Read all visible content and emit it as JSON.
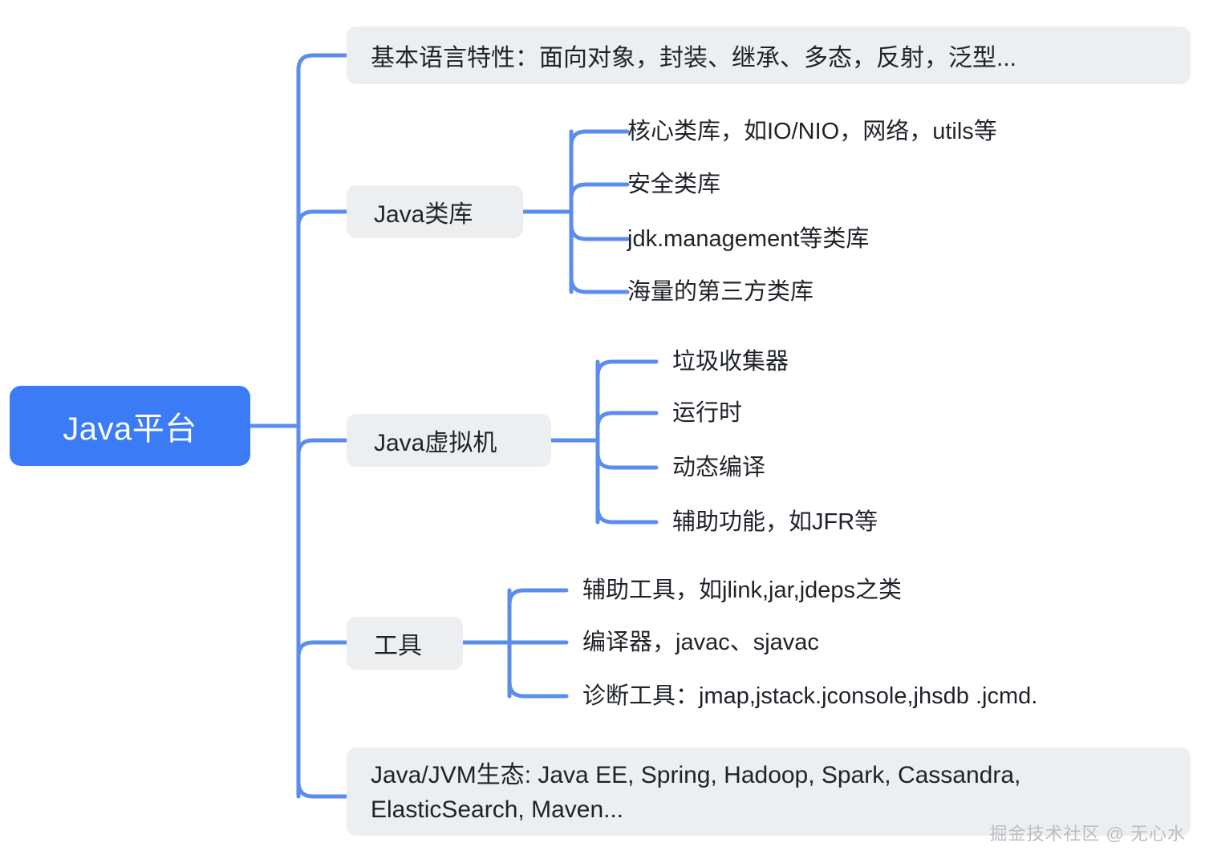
{
  "diagram": {
    "title": "Java平台",
    "type": "mindmap",
    "colors": {
      "root_fill": "#3b7cf6",
      "root_text": "#ffffff",
      "node_fill": "#eceef0",
      "node_text": "#1f2329",
      "link": "#5b8def",
      "background": "#ffffff",
      "watermark_text": "#b9bec4"
    },
    "root": {
      "label": "Java平台"
    },
    "branches": [
      {
        "id": "language-features",
        "label": "基本语言特性：面向对象，封装、继承、多态，反射，泛型...",
        "children": []
      },
      {
        "id": "java-class-library",
        "label": "Java类库",
        "children": [
          {
            "label": "核心类库，如IO/NIO，网络，utils等"
          },
          {
            "label": "安全类库"
          },
          {
            "label": "jdk.management等类库"
          },
          {
            "label": "海量的第三方类库"
          }
        ]
      },
      {
        "id": "java-virtual-machine",
        "label": "Java虚拟机",
        "children": [
          {
            "label": "垃圾收集器"
          },
          {
            "label": "运行时"
          },
          {
            "label": "动态编译"
          },
          {
            "label": "辅助功能，如JFR等"
          }
        ]
      },
      {
        "id": "tools",
        "label": "工具",
        "children": [
          {
            "label": "辅助工具，如jlink,jar,jdeps之类"
          },
          {
            "label": "编译器，javac、sjavac"
          },
          {
            "label": "诊断工具：jmap,jstack.jconsole,jhsdb .jcmd."
          }
        ]
      },
      {
        "id": "java-jvm-ecosystem",
        "label_line1": "Java/JVM生态: Java EE, Spring, Hadoop, Spark, Cassandra,",
        "label_line2": "ElasticSearch, Maven...",
        "children": []
      }
    ],
    "watermark": "掘金技术社区 @ 无心水"
  }
}
